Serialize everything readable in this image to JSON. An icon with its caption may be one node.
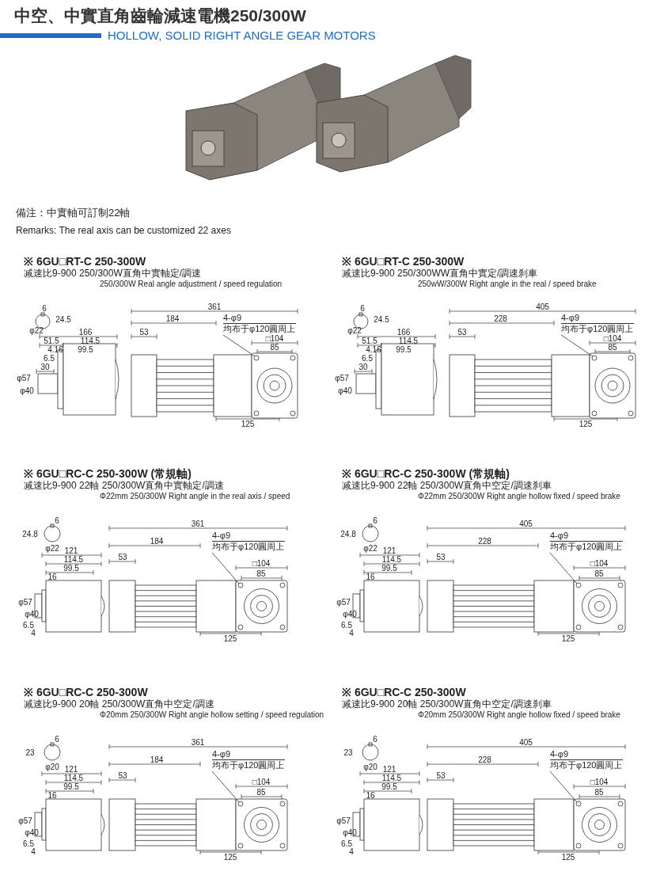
{
  "diagram": {
    "title": "中空、中實直角齒輪減速電機250/300W",
    "nodes": [
      {
        "text": [
          "4-φ9",
          "均布于φ120圓周上"
        ]
      },
      {
        "text": [
          "4-φ9",
          "均布于φ120圓周上"
        ]
      },
      {
        "text": [
          "4-φ9",
          "均布于φ120圓周上"
        ]
      },
      {
        "text": [
          "4-φ9",
          "均布于φ120圓周上"
        ]
      },
      {
        "text": [
          "4-φ9",
          "均布于φ120圓周上"
        ]
      },
      {
        "text": [
          "4-φ9",
          "均布于φ120圓周上"
        ]
      },
      {
        "text": [],
        "shape": "circle"
      },
      {
        "text": [],
        "shape": "circle"
      },
      {
        "text": [],
        "shape": "circle"
      },
      {
        "text": [],
        "shape": "circle"
      },
      {
        "text": [],
        "shape": "circle"
      },
      {
        "text": [],
        "shape": "circle"
      }
    ],
    "edges": [
      {
        "from": 0,
        "to": 6,
        "arrow": "none"
      },
      {
        "from": 1,
        "to": 7,
        "arrow": "none"
      },
      {
        "from": 2,
        "to": 8,
        "arrow": "none"
      },
      {
        "from": 3,
        "to": 9,
        "arrow": "none"
      },
      {
        "from": 4,
        "to": 10,
        "arrow": "none"
      },
      {
        "from": 5,
        "to": 11,
        "arrow": "none"
      }
    ],
    "labels": [
      "HOLLOW, SOLID RIGHT ANGLE GEAR MOTORS",
      "備注：中實軸可訂制22軸",
      "Remarks: The real axis can be customized 22 axes",
      "※ 6GU□RT-C 250-300W",
      "减速比9-900 250/300W直角中實軸定/調速",
      "250/300W Real angle adjustment / speed regulation",
      "6",
      "24.5",
      "φ22",
      "166",
      "51.5",
      "114.5",
      "4.16",
      "99.5",
      "6.5",
      "30",
      "φ57",
      "φ40",
      "361",
      "184",
      "53",
      "□104",
      "85",
      "125",
      "※ 6GU□RT-C 250-300W",
      "减速比9-900 250/300WW直角中實定/調速刹車",
      "250wW/300W Right angle in the real / speed brake",
      "6",
      "24.5",
      "φ22",
      "166",
      "51.5",
      "114.5",
      "4.16",
      "99.5",
      "6.5",
      "30",
      "φ57",
      "φ40",
      "405",
      "228",
      "53",
      "□104",
      "85",
      "125",
      "※ 6GU□RC-C 250-300W (常規軸)",
      "减速比9-900 22軸 250/300W直角中實軸定/調速",
      "Φ22mm 250/300W Right angle in the real axis / speed",
      "6",
      "24.8",
      "φ22",
      "121",
      "114.5",
      "99.5",
      "16",
      "φ57",
      "φ40",
      "6.5",
      "4",
      "361",
      "184",
      "53",
      "□104",
      "85",
      "125",
      "※ 6GU□RC-C 250-300W (常規軸)",
      "减速比9-900 22軸 250/300W直角中空定/調速刹車",
      "Φ22mm 250/300W Right angle hollow fixed / speed brake",
      "6",
      "24.8",
      "φ22",
      "121",
      "114.5",
      "99.5",
      "16",
      "φ57",
      "φ40",
      "6.5",
      "4",
      "405",
      "228",
      "53",
      "□104",
      "85",
      "125",
      "※ 6GU□RC-C 250-300W",
      "减速比9-900 20軸 250/300W直角中空定/調速",
      "Φ20mm 250/300W Right angle hollow setting / speed regulation",
      "6",
      "23",
      "φ20",
      "121",
      "114.5",
      "99.5",
      "16",
      "φ57",
      "φ40",
      "6.5",
      "4",
      "361",
      "184",
      "53",
      "□104",
      "85",
      "125",
      "※ 6GU□RC-C 250-300W",
      "减速比9-900 20軸 250/300W直角中空定/調速刹車",
      "Φ20mm 250/300W Right angle hollow fixed / speed brake",
      "6",
      "23",
      "φ20",
      "121",
      "114.5",
      "99.5",
      "16",
      "φ57",
      "φ40",
      "6.5",
      "4",
      "405",
      "228",
      "53",
      "□104",
      "85",
      "125"
    ]
  }
}
